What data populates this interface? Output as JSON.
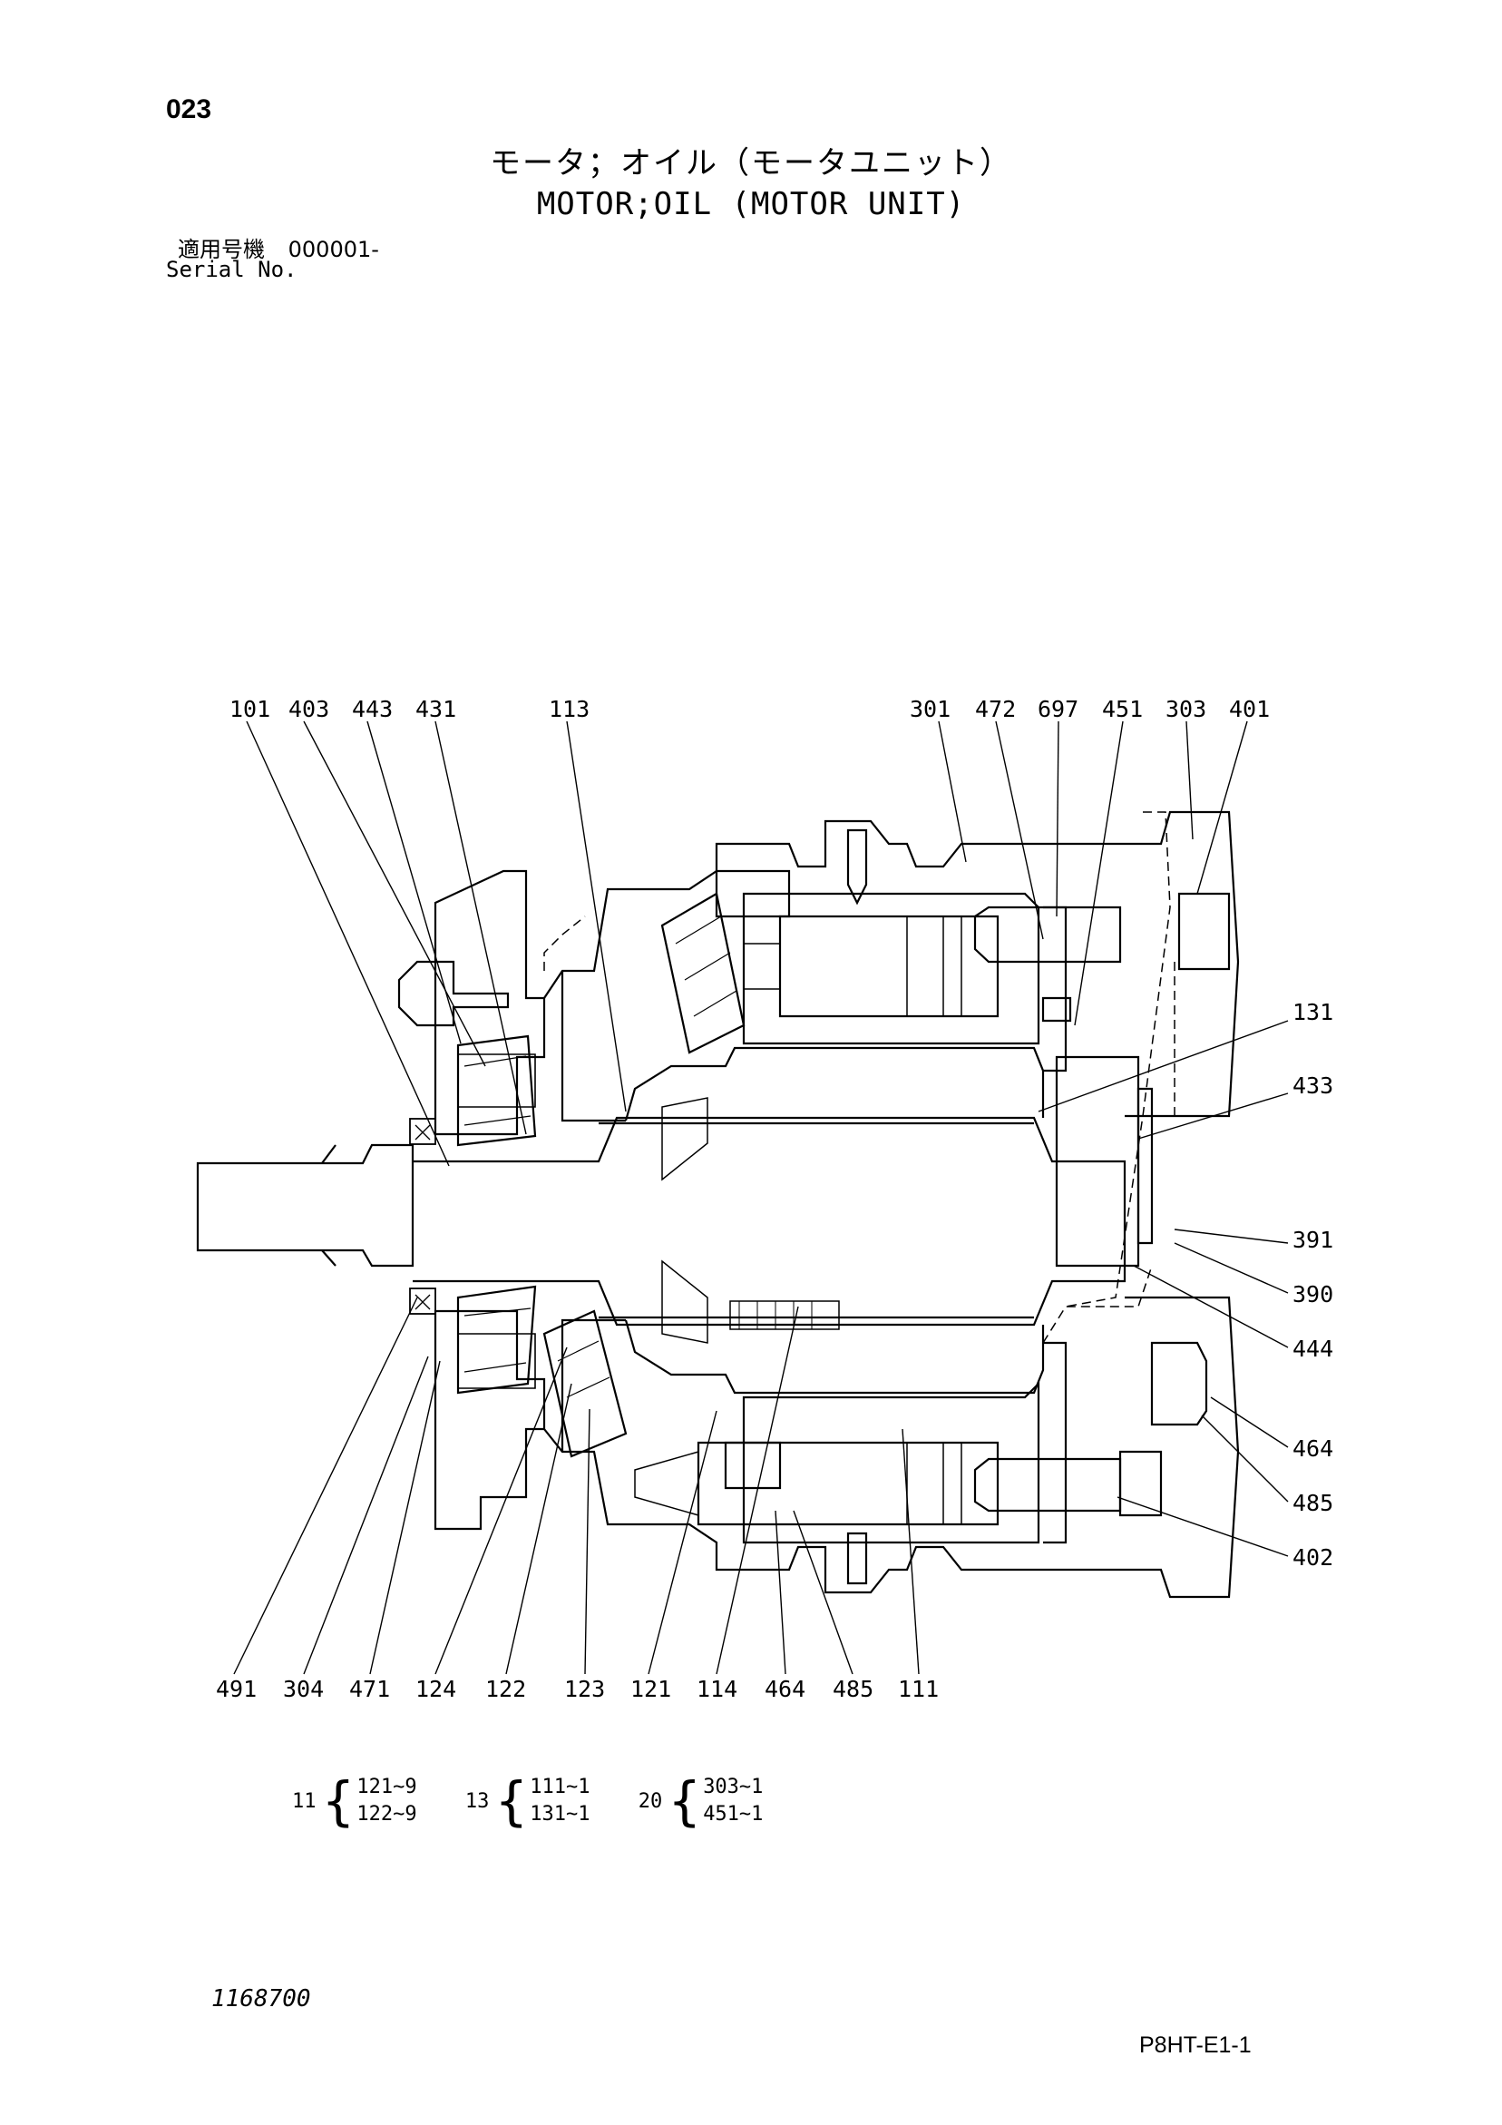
{
  "header": {
    "page_number": "023",
    "title_jp": "モータ；オイル（モータユニット）",
    "title_en": "MOTOR;OIL (MOTOR UNIT)",
    "serial_label_jp": "適用号機",
    "serial_value": "000001-",
    "serial_label_en": "Serial No."
  },
  "callouts": {
    "top": [
      "101",
      "403",
      "443",
      "431",
      "113",
      "301",
      "472",
      "697",
      "451",
      "303",
      "401"
    ],
    "right": [
      "131",
      "433",
      "391",
      "390",
      "444",
      "464",
      "485",
      "402"
    ],
    "bottom": [
      "491",
      "304",
      "471",
      "124",
      "122",
      "123",
      "121",
      "114",
      "464",
      "485",
      "111"
    ]
  },
  "sets": [
    {
      "id": "11",
      "items": [
        "121~9",
        "122~9"
      ]
    },
    {
      "id": "13",
      "items": [
        "111~1",
        "131~1"
      ]
    },
    {
      "id": "20",
      "items": [
        "303~1",
        "451~1"
      ]
    }
  ],
  "footer": {
    "drawing_number": "1168700",
    "model_code": "P8HT-E1-1"
  },
  "colors": {
    "ink": "#000000",
    "paper": "#ffffff"
  }
}
